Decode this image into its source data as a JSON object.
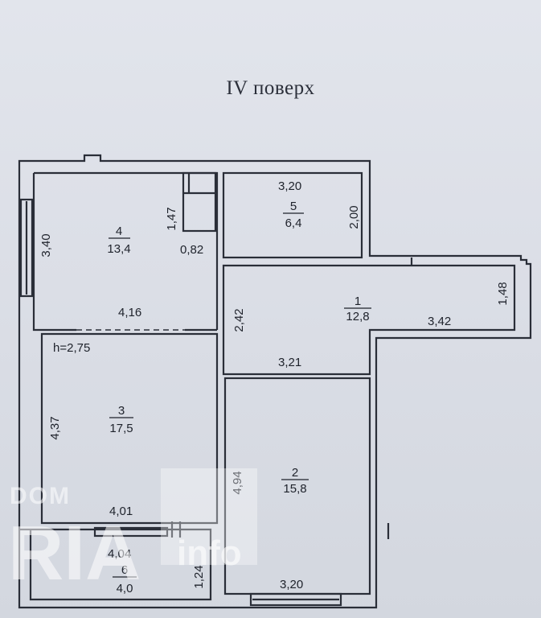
{
  "title": "IV поверх",
  "rooms": [
    {
      "number": "4",
      "area": "13,4"
    },
    {
      "number": "5",
      "area": "6,4"
    },
    {
      "number": "1",
      "area": "12,8"
    },
    {
      "number": "3",
      "area": "17,5"
    },
    {
      "number": "2",
      "area": "15,8"
    },
    {
      "number": "6",
      "area": "4,0"
    }
  ],
  "dimensions": {
    "d_3_20_top": "3,20",
    "d_1_47": "1,47",
    "d_2_00": "2,00",
    "d_3_40": "3,40",
    "d_0_82": "0,82",
    "d_4_16": "4,16",
    "d_2_42": "2,42",
    "d_1_48": "1,48",
    "d_3_42": "3,42",
    "d_3_21": "3,21",
    "d_4_37": "4,37",
    "d_4_94": "4,94",
    "d_4_01": "4,01",
    "d_4_04": "4,04",
    "d_1_24": "1,24",
    "d_3_20_bottom": "3,20"
  },
  "ceiling_height": "h=2,75",
  "watermark": {
    "top": "DOM",
    "main": "RIA",
    "suffix": "info"
  },
  "colors": {
    "wall": "#2a2e38",
    "paper": "#dfe2e9",
    "ink": "#1e222b"
  }
}
